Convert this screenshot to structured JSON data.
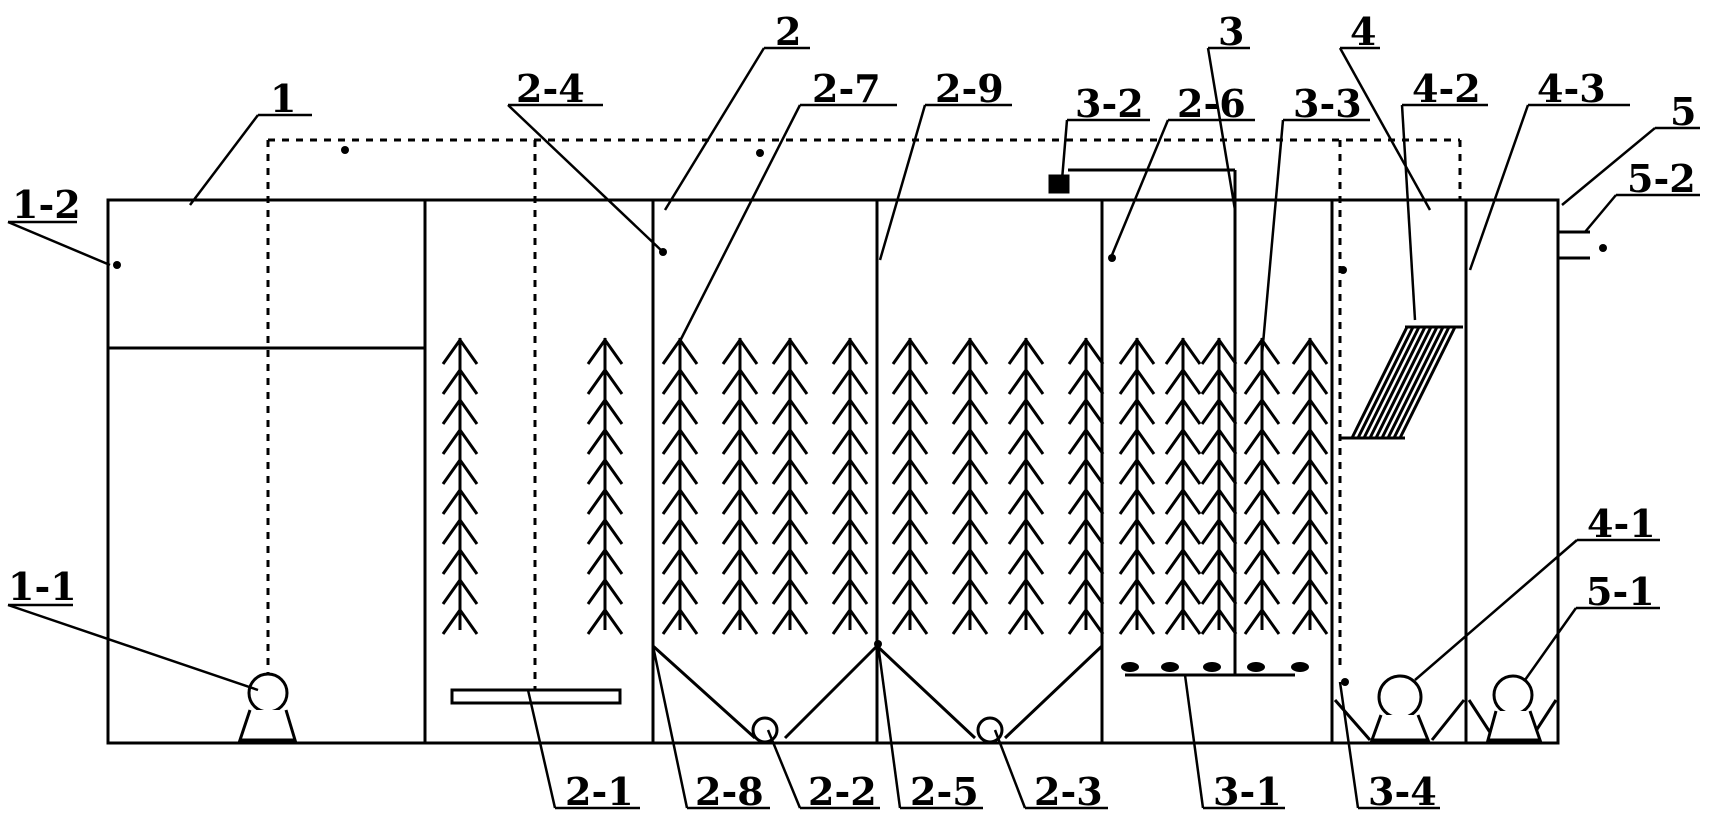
{
  "labels": {
    "l_1": "1",
    "l_1_2": "1-2",
    "l_1_1": "1-1",
    "l_2": "2",
    "l_2_4": "2-4",
    "l_2_7": "2-7",
    "l_2_9": "2-9",
    "l_3_2": "3-2",
    "l_2_6": "2-6",
    "l_3": "3",
    "l_3_3": "3-3",
    "l_4": "4",
    "l_4_2": "4-2",
    "l_4_3": "4-3",
    "l_5": "5",
    "l_5_2": "5-2",
    "l_4_1": "4-1",
    "l_5_1": "5-1",
    "l_2_1": "2-1",
    "l_2_8": "2-8",
    "l_2_2": "2-2",
    "l_2_5": "2-5",
    "l_2_3": "2-3",
    "l_3_1": "3-1",
    "l_3_4": "3-4"
  },
  "colors": {
    "line": "#000000",
    "background": "#ffffff"
  }
}
